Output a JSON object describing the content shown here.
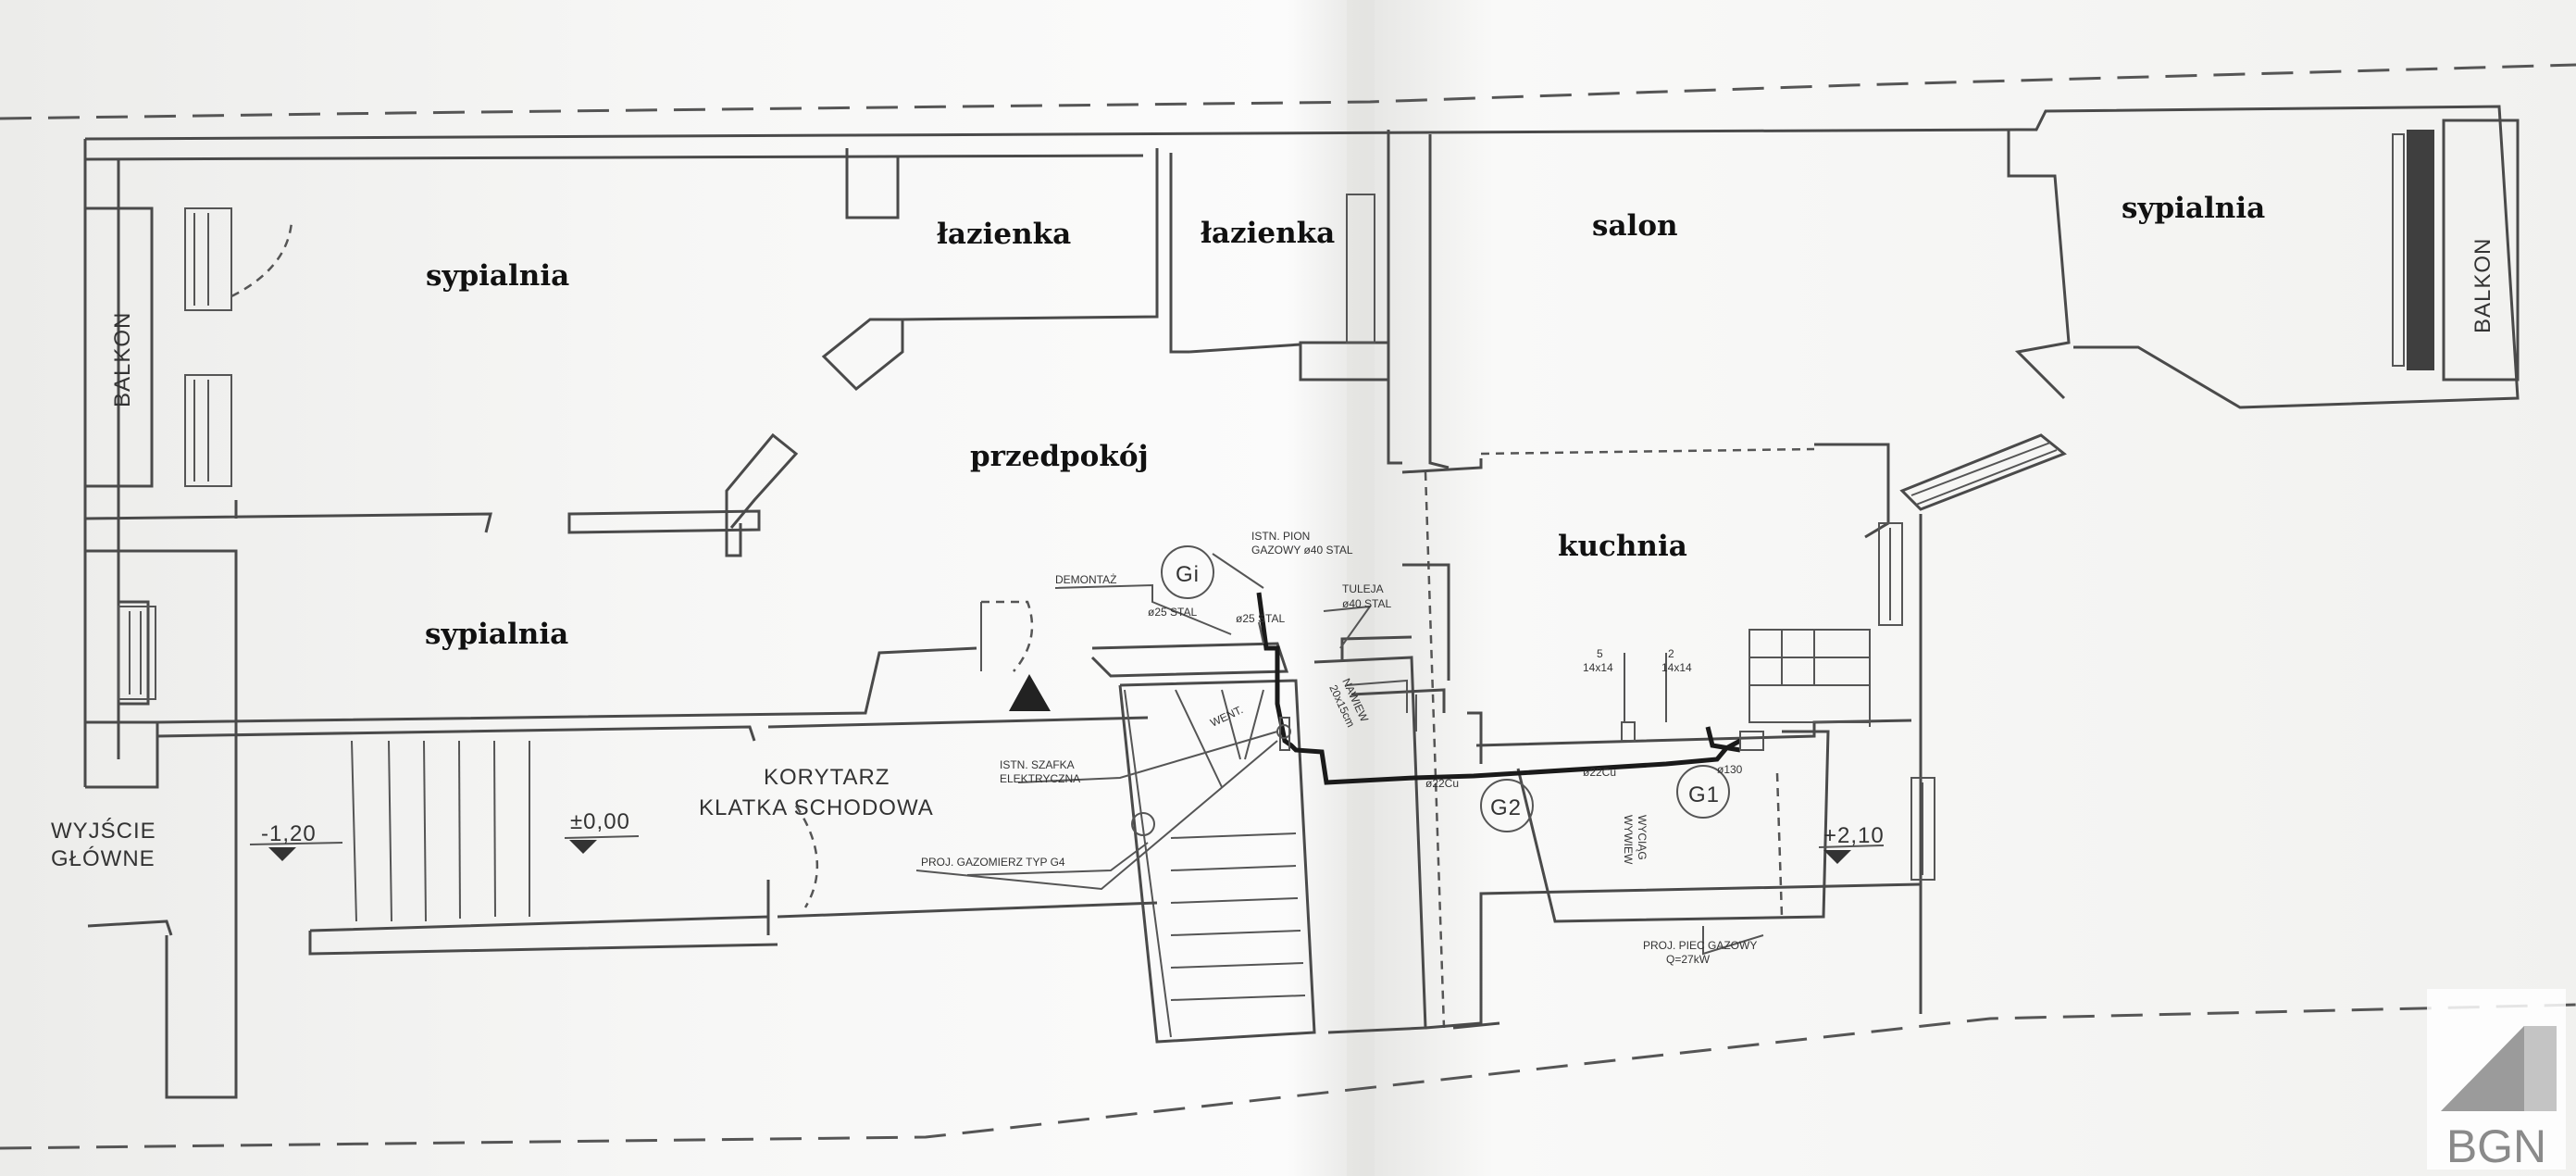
{
  "rooms": {
    "sypialnia_left_top": "sypialnia",
    "lazienka_1": "łazienka",
    "lazienka_2": "łazienka",
    "salon": "salon",
    "sypialnia_right": "sypialnia",
    "przedpokoj": "przedpokój",
    "sypialnia_left_bottom": "sypialnia",
    "kuchnia": "kuchnia"
  },
  "labels": {
    "balkon_left": "BALKON",
    "balkon_right": "BALKON",
    "wyjscie_1": "WYJŚCIE",
    "wyjscie_2": "GŁÓWNE",
    "korytarz": "KORYTARZ",
    "klatka": "KLATKA SCHODOWA"
  },
  "levels": {
    "minus": "-1,20",
    "zero": "±0,00",
    "plus": "+2,10"
  },
  "gas": {
    "g1": "G1",
    "g2": "G2",
    "gi": "Gi",
    "demontaz": "DEMONTAŻ",
    "pion_1": "ISTN. PION",
    "pion_2": "GAZOWY ø40 STAL",
    "stal_25a": "ø25 STAL",
    "stal_25b": "ø25 STAL",
    "tuleja_1": "TULEJA",
    "tuleja_2": "ø40 STAL",
    "went": "WENT.",
    "szafka_1": "ISTN. SZAFKA",
    "szafka_2": "ELEKTRYCZNA",
    "gazomierz": "PROJ. GAZOMIERZ TYP G4",
    "nawiew_1": "NAWIEW",
    "nawiew_2": "20x15cm",
    "cu22a": "ø22Cu",
    "cu22b": "ø22Cu",
    "d130": "ø130",
    "kanal_5_num": "5",
    "kanal_5_dim": "14x14",
    "kanal_2_num": "2",
    "kanal_2_dim": "14x14",
    "wywiew_1": "WYWIEW",
    "wywiew_2": "WYCIĄG",
    "piec_1": "PROJ. PIEC GAZOWY",
    "piec_2": "Q=27kW"
  },
  "logo": {
    "text": "BGN"
  },
  "colors": {
    "paper": "#f4f4f2",
    "ink": "#4a4a4a",
    "pipe": "#1a1a1a"
  }
}
